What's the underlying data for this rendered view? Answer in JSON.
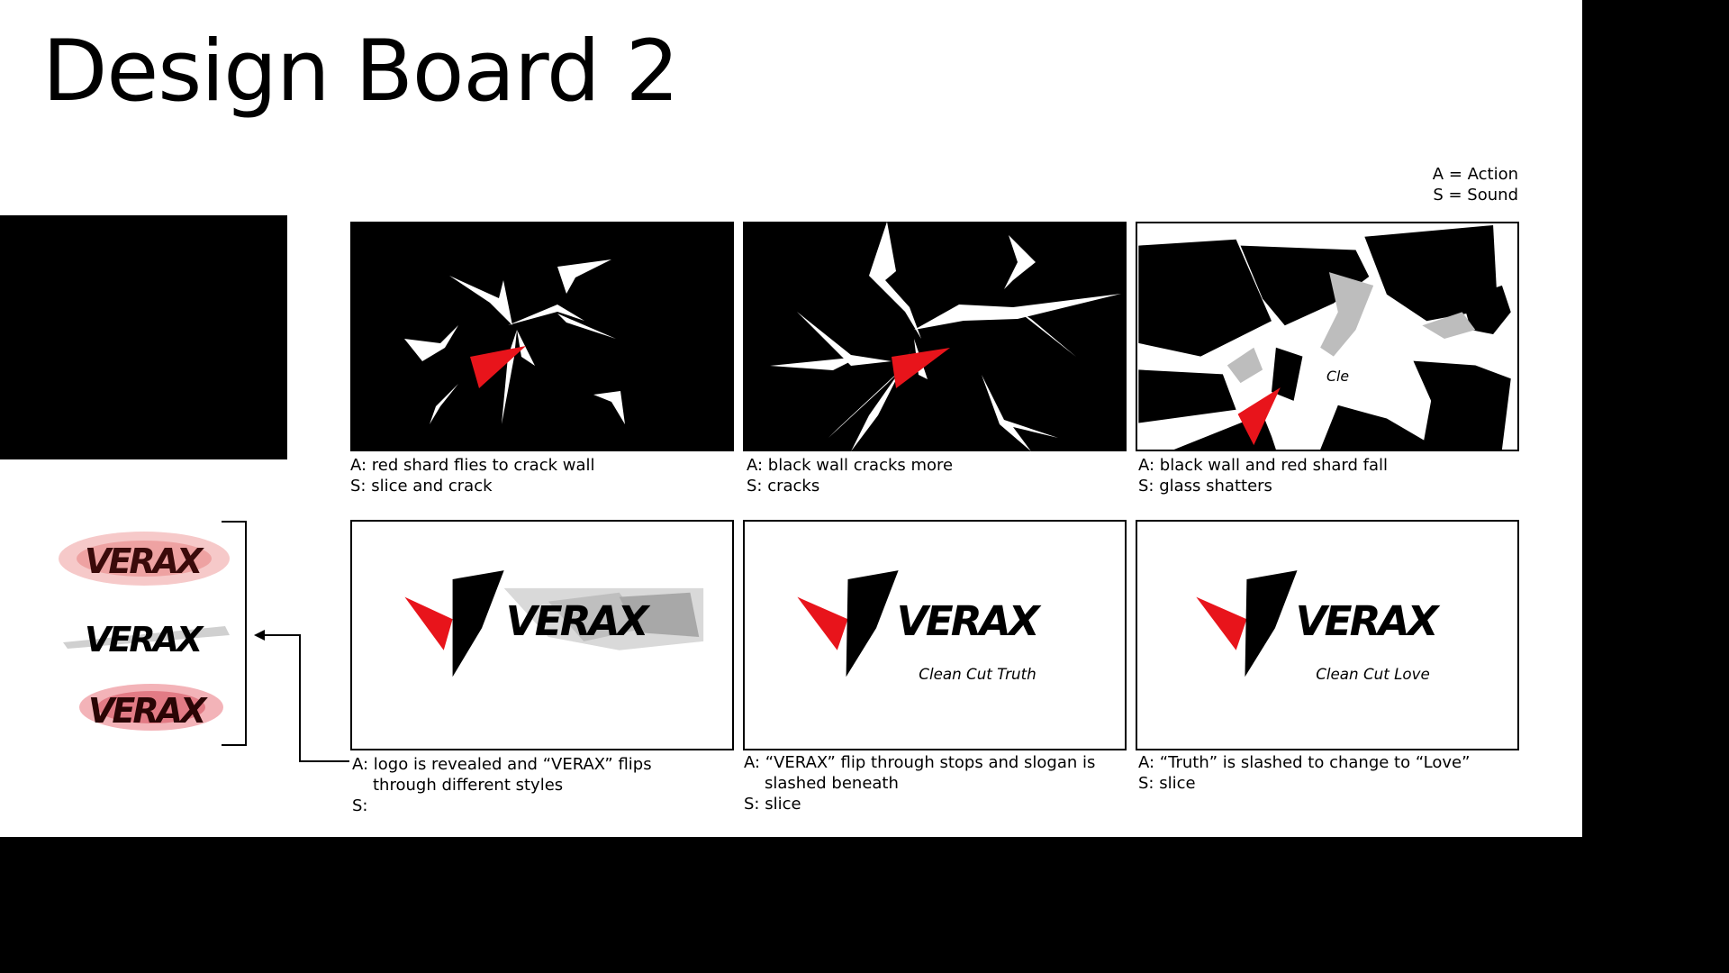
{
  "title": "Design Board 2",
  "legend": {
    "action": "A = Action",
    "sound": "S = Sound"
  },
  "colors": {
    "accent": "#e8141b",
    "ink": "#000000",
    "paper": "#ffffff"
  },
  "logo": {
    "wordmark": "VERAX"
  },
  "panels": [
    {
      "action": "A: red shard flies to crack wall",
      "sound": "S: slice and crack"
    },
    {
      "action": "A: black wall cracks more",
      "sound": "S: cracks"
    },
    {
      "action": "A: black wall and red shard fall",
      "sound": "S: glass shatters",
      "overlay_text": "Cle"
    },
    {
      "action_line1": "A: logo is revealed and “VERAX” flips",
      "action_line2": "through different styles",
      "sound": "S:"
    },
    {
      "action_line1": "A: “VERAX” flip through stops and slogan is",
      "action_line2": "slashed beneath",
      "sound": "S: slice",
      "slogan": "Clean Cut Truth"
    },
    {
      "action": "A: “Truth” is slashed to change to “Love”",
      "sound": "S: slice",
      "slogan": "Clean Cut Love"
    }
  ]
}
